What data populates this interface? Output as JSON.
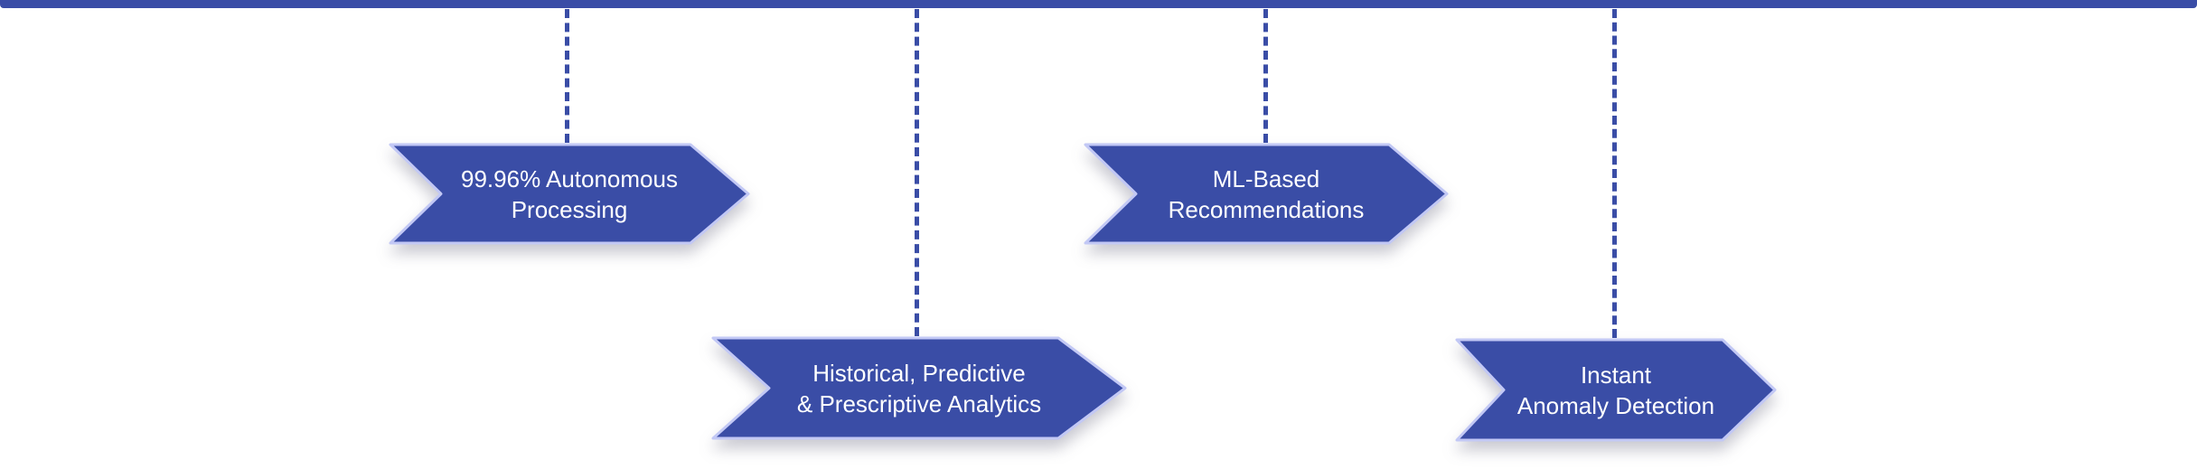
{
  "colors": {
    "accent": "#3a4da6",
    "chevron_fill": "#3a4da6",
    "chevron_border": "#c2c8f5",
    "text": "#ffffff"
  },
  "milestones": [
    {
      "label": "99.96% Autonomous\nProcessing"
    },
    {
      "label": "Historical, Predictive\n& Prescriptive Analytics"
    },
    {
      "label": "ML-Based\nRecommendations"
    },
    {
      "label": "Instant\nAnomaly Detection"
    }
  ]
}
